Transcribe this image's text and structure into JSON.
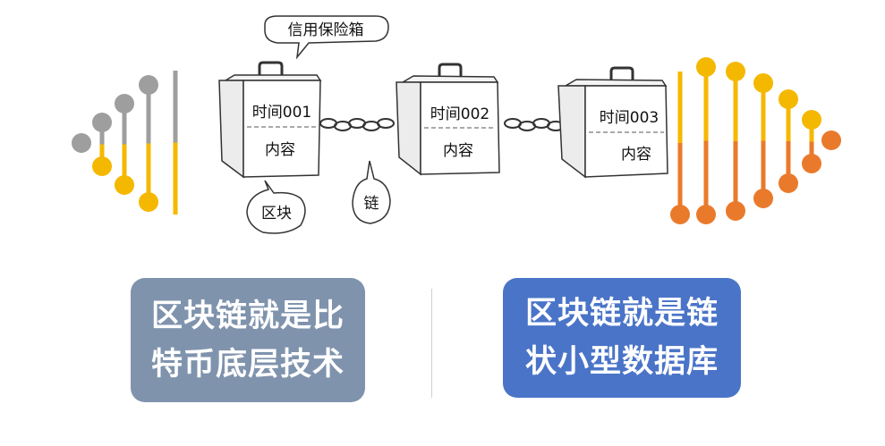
{
  "diagram": {
    "blocks": [
      {
        "time": "时间001",
        "content": "内容"
      },
      {
        "time": "时间002",
        "content": "内容"
      },
      {
        "time": "时间003",
        "content": "内容"
      }
    ],
    "callouts": {
      "safe": "信用保险箱",
      "block": "区块",
      "chain": "链"
    }
  },
  "panels": {
    "left": {
      "line1": "区块链就是比",
      "line2": "特币底层技术"
    },
    "right": {
      "line1": "区块链就是链",
      "line2": "状小型数据库"
    }
  },
  "colors": {
    "gray": "#9e9e9e",
    "yellow": "#f5b800",
    "orange": "#ea7a2b",
    "left_panel": "#7f93ad",
    "right_panel": "#4a74c8"
  }
}
